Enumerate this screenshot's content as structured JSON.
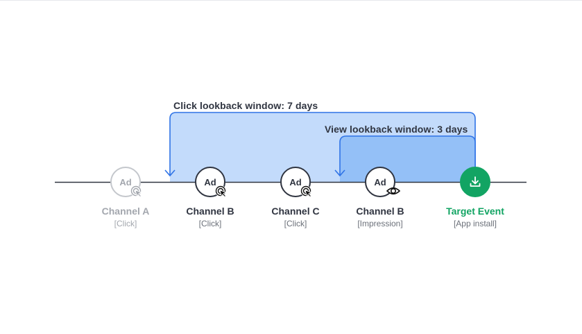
{
  "windows": {
    "click": {
      "label": "Click lookback window: 7 days"
    },
    "view": {
      "label": "View lookback window: 3 days"
    }
  },
  "nodes": [
    {
      "icon_text": "Ad",
      "name": "Channel A",
      "sub": "[Click]",
      "badge_icon": "cursor-click-icon",
      "faded": true
    },
    {
      "icon_text": "Ad",
      "name": "Channel B",
      "sub": "[Click]",
      "badge_icon": "cursor-click-icon",
      "faded": false
    },
    {
      "icon_text": "Ad",
      "name": "Channel C",
      "sub": "[Click]",
      "badge_icon": "cursor-click-icon",
      "faded": false
    },
    {
      "icon_text": "Ad",
      "name": "Channel B",
      "sub": "[Impression]",
      "badge_icon": "eye-icon",
      "faded": false
    },
    {
      "icon_text": "",
      "name": "Target Event",
      "sub": "[App install]",
      "badge_icon": "download-icon",
      "target": true
    }
  ],
  "colors": {
    "click_window_fill": "#c3dbfb",
    "view_window_fill": "#94c0f7",
    "window_stroke": "#2f73e6",
    "target_green": "#12a463",
    "text_dark": "#2f3440",
    "text_muted": "#6b7079",
    "faded": "#a3a7ae"
  }
}
